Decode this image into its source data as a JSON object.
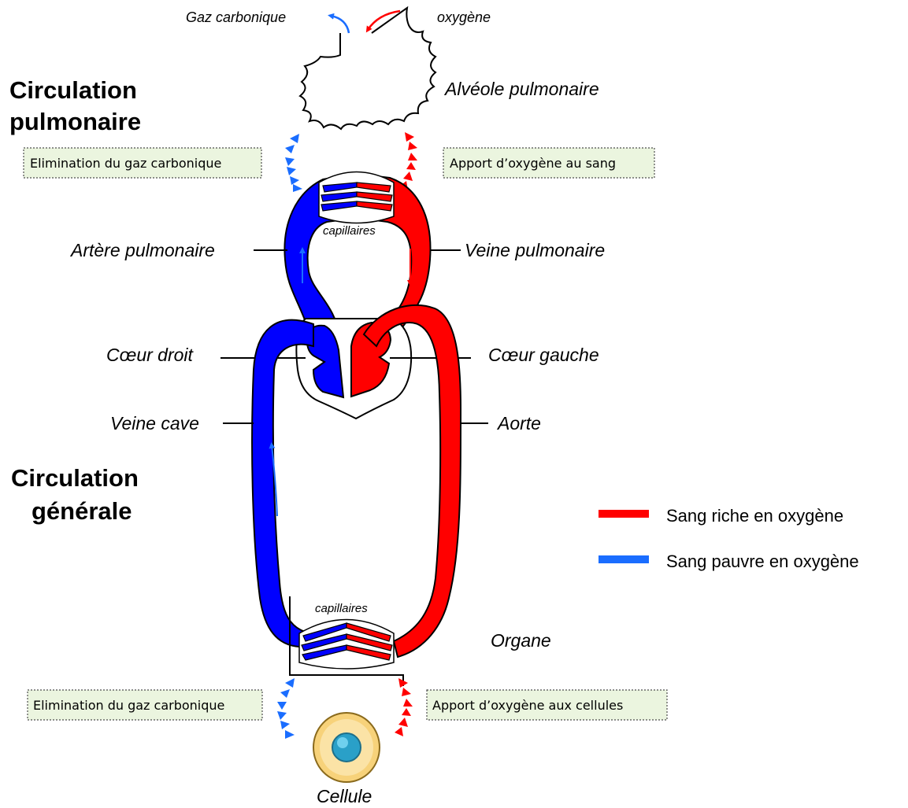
{
  "top": {
    "co2_label": "Gaz carbonique",
    "o2_label": "oxygène"
  },
  "sections": {
    "pulmonary_line1": "Circulation",
    "pulmonary_line2": "pulmonaire",
    "general_line1": "Circulation",
    "general_line2": "générale"
  },
  "labels": {
    "alveole": "Alvéole pulmonaire",
    "artere_pulmonaire": "Artère pulmonaire",
    "veine_pulmonaire": "Veine pulmonaire",
    "coeur_droit": "Cœur droit",
    "coeur_gauche": "Cœur gauche",
    "veine_cave": "Veine cave",
    "aorte": "Aorte",
    "capillaires_top": "capillaires",
    "capillaires_bottom": "capillaires",
    "organe": "Organe",
    "cellule": "Cellule"
  },
  "boxes": {
    "elim_top": "Elimination du gaz carbonique",
    "apport_top": "Apport d’oxygène au sang",
    "elim_bottom": "Elimination du gaz carbonique",
    "apport_bottom": "Apport d’oxygène aux cellules"
  },
  "legend": {
    "rich": "Sang riche en oxygène",
    "poor": "Sang pauvre en oxygène"
  },
  "colors": {
    "oxygen_rich": "#ff0000",
    "oxygen_poor": "#0000ff",
    "legend_poor": "#1a6dff",
    "box_fill": "#ebf5df"
  }
}
